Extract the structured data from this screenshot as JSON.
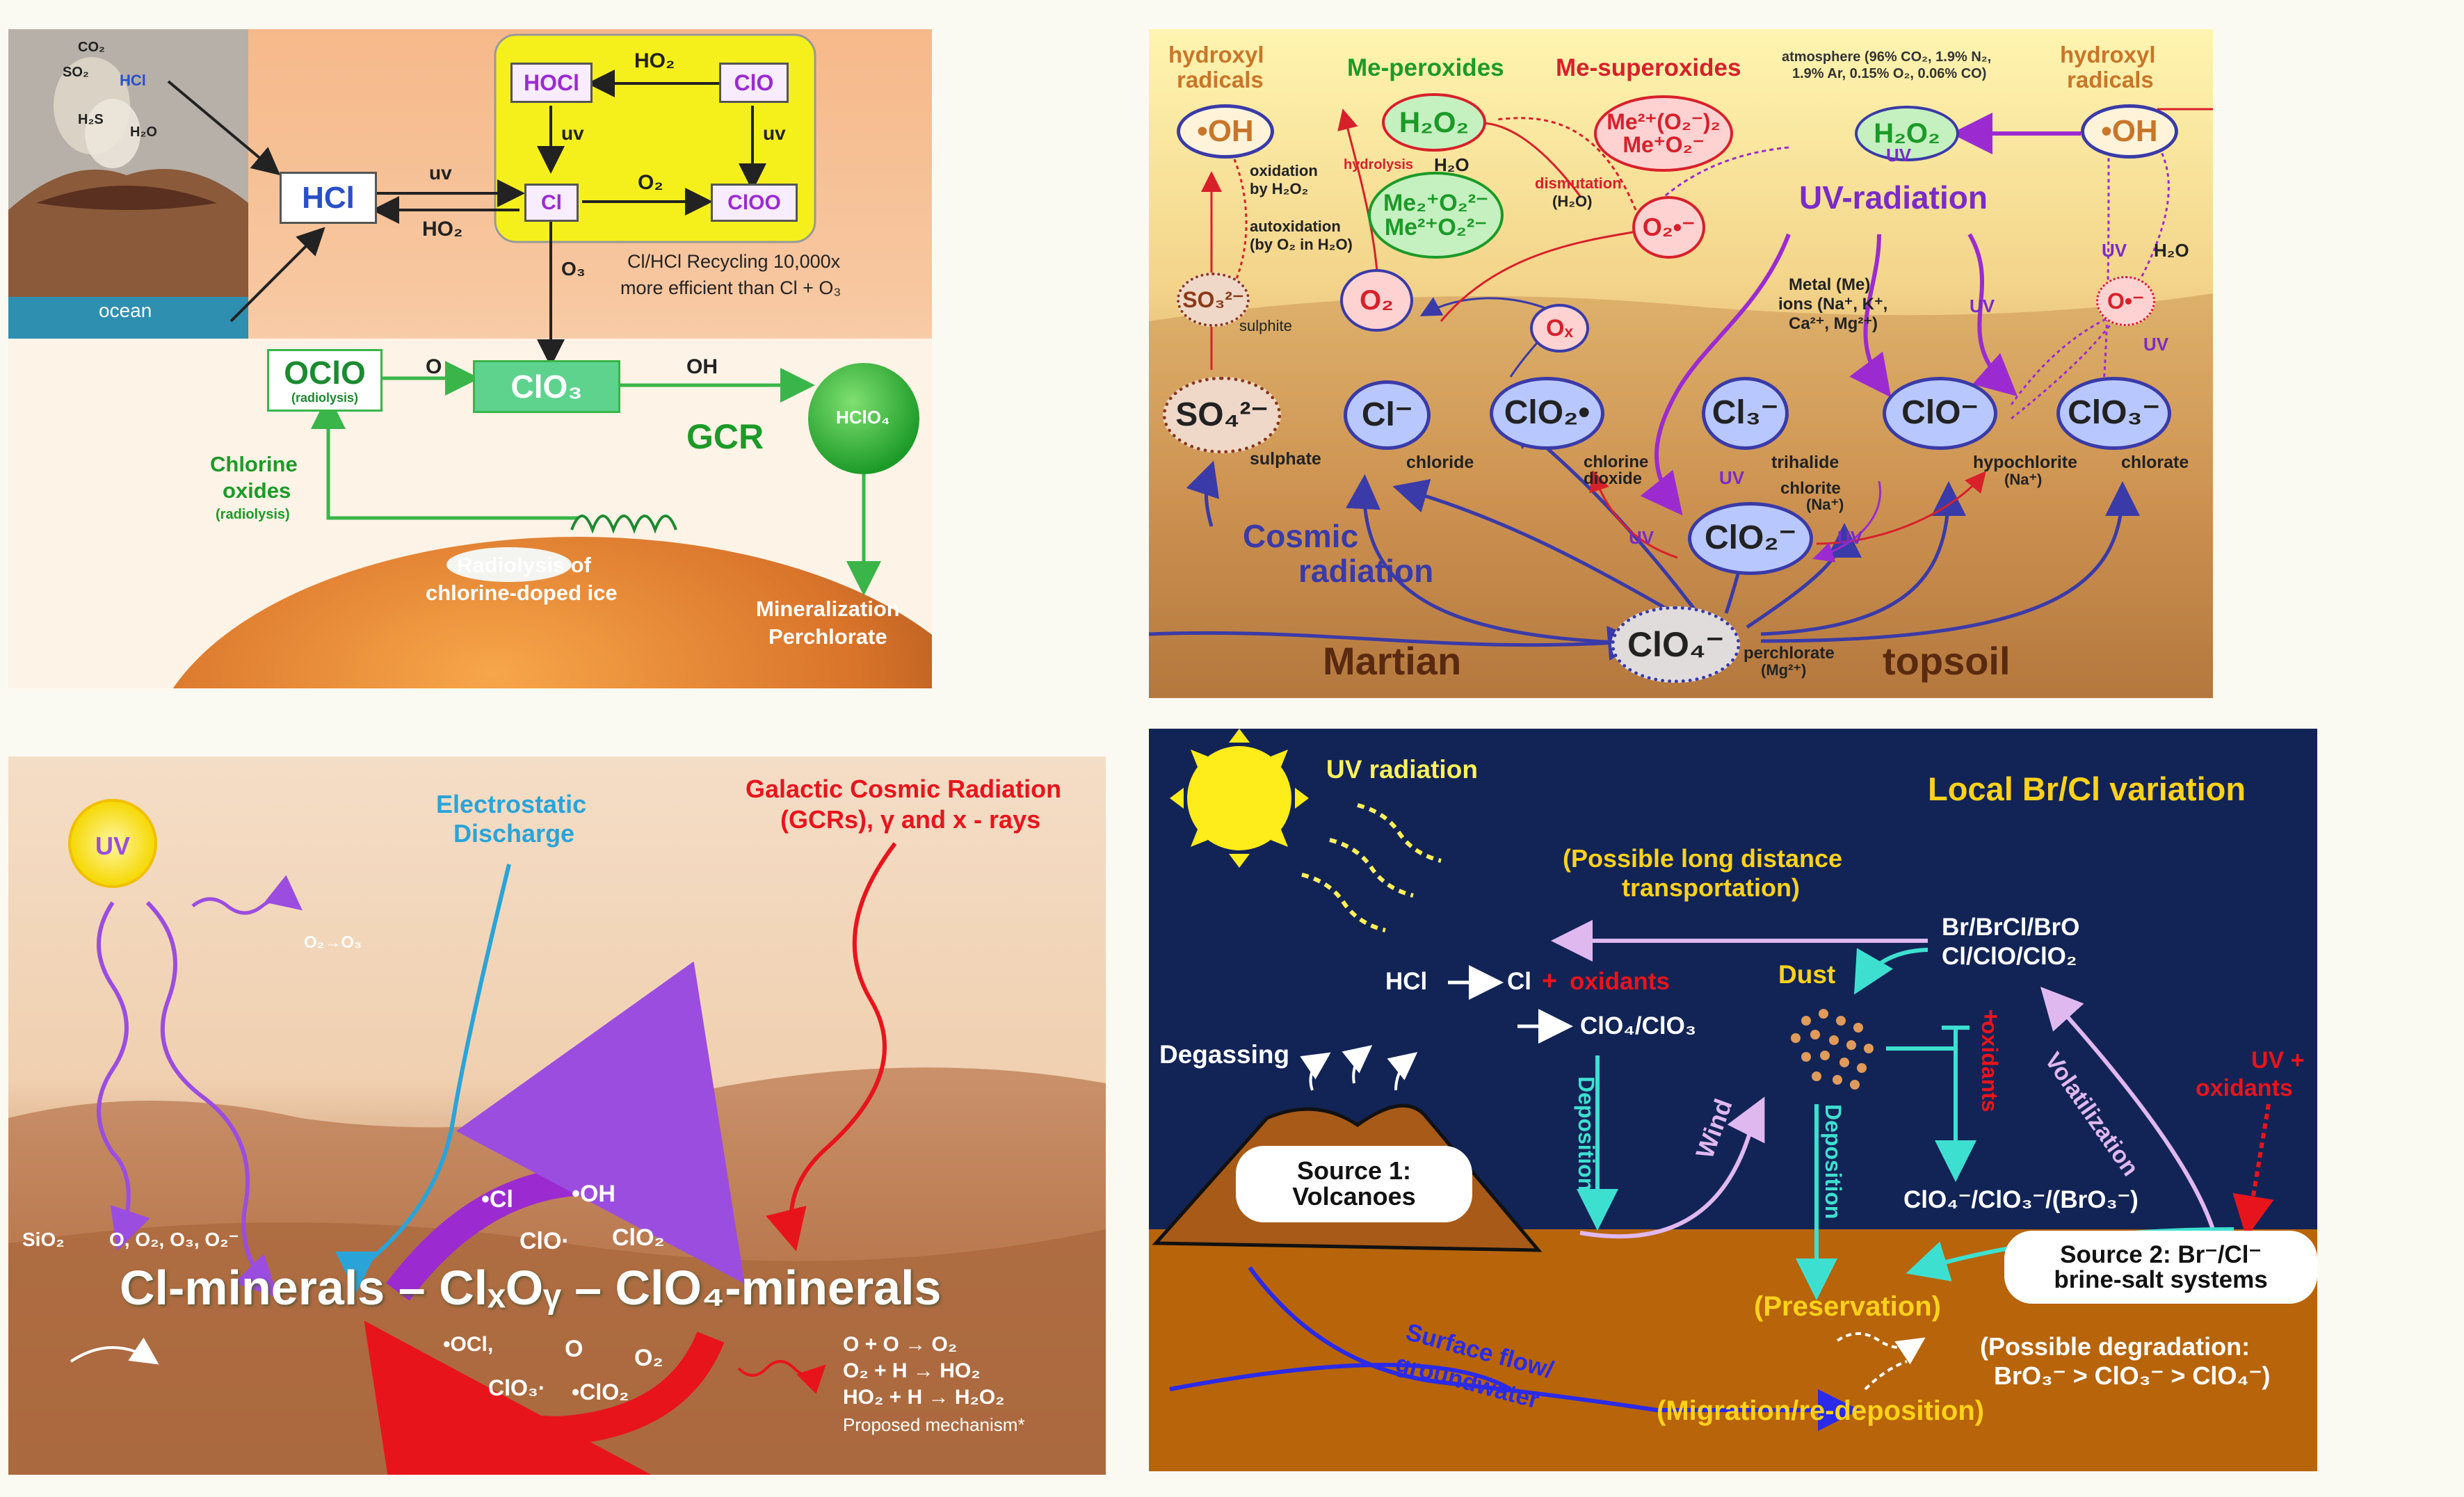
{
  "panel1": {
    "co2": "CO₂",
    "so2": "SO₂",
    "hcl_small": "HCl",
    "h2s": "H₂S",
    "h2o": "H₂O",
    "ocean": "ocean",
    "hcl": "HCl",
    "uv_left": "uv",
    "ho2_left": "HO₂",
    "hocl": "HOCl",
    "ho2_top": "HO₂",
    "clo": "ClO",
    "uv1": "uv",
    "uv2": "uv",
    "o2": "O₂",
    "cl": "Cl",
    "cloo": "ClOO",
    "recycling1": "Cl/HCl Recycling 10,000x",
    "recycling2": "more efficient than Cl + O₃",
    "o3": "O₃",
    "oclo": "OClO",
    "oclo_sub": "(radiolysis)",
    "o_label": "O",
    "clo3": "ClO₃",
    "oh_label": "OH",
    "hclo4": "HClO₄",
    "gcr": "GCR",
    "chlorine_oxides1": "Chlorine",
    "chlorine_oxides2": "oxides",
    "chlorine_oxides3": "(radiolysis)",
    "radiolysis1": "Radiolysis of",
    "radiolysis2": "chlorine-doped ice",
    "mineral1": "Mineralization",
    "mineral2": "Perchlorate"
  },
  "panel2": {
    "hydroxyl_l1": "hydroxyl",
    "hydroxyl_l2": "radicals",
    "me_peroxides": "Me-peroxides",
    "me_superoxides": "Me-superoxides",
    "atm1": "atmosphere (96% CO₂, 1.9% N₂,",
    "atm2": "1.9% Ar, 0.15% O₂, 0.06% CO)",
    "hydroxyl_r1": "hydroxyl",
    "hydroxyl_r2": "radicals",
    "oh_left": "•OH",
    "h2o2_left": "H₂O₂",
    "hydrolysis": "hydrolysis",
    "h2o_a": "H₂O",
    "me_super1": "Me²⁺(O₂⁻)₂",
    "me_super2": "Me⁺O₂⁻",
    "h2o2_right": "H₂O₂",
    "oh_right": "•OH",
    "oxidation1": "oxidation",
    "oxidation2": "by H₂O₂",
    "me_per1": "Me₂⁺O₂²⁻",
    "me_per2": "Me²⁺O₂²⁻",
    "dismutation1": "dismutation",
    "dismutation2": "(H₂O)",
    "o2_super": "O₂•⁻",
    "uv_radiation": "UV-radiation",
    "autox1": "autoxidation",
    "autox2": "(by O₂ in H₂O)",
    "so3": "SO₃²⁻",
    "sulphite": "sulphite",
    "o2_mol": "O₂",
    "ox": "Oₓ",
    "metal1": "Metal (Me)",
    "metal2": "ions (Na⁺, K⁺,",
    "metal3": "Ca²⁺, Mg²⁺)",
    "uv_a": "UV",
    "uv_b": "UV",
    "h2o_b": "H₂O",
    "uv_c": "UV",
    "o_rad": "O•⁻",
    "uv_d": "UV",
    "so4": "SO₄²⁻",
    "sulphate": "sulphate",
    "cl_minus": "Cl⁻",
    "chloride": "chloride",
    "clo2_minus": "ClO₂•",
    "chlorine_dioxide1": "chlorine",
    "chlorine_dioxide2": "dioxide",
    "cl3": "Cl₃⁻",
    "trihalide": "trihalide",
    "clo_minus": "ClO⁻",
    "hypochlorite1": "hypochlorite",
    "hypochlorite2": "(Na⁺)",
    "clo3_minus": "ClO₃⁻",
    "chlorate": "chlorate",
    "uv_e": "UV",
    "chlorite1": "chlorite",
    "chlorite2": "(Na⁺)",
    "uv_f": "UV",
    "clo2_ion": "ClO₂⁻",
    "uv_g": "UV",
    "cosmic1": "Cosmic",
    "cosmic2": "radiation",
    "martian": "Martian",
    "clo4": "ClO₄⁻",
    "perchlorate1": "perchlorate",
    "perchlorate2": "(Mg²⁺)",
    "topsoil": "topsoil"
  },
  "panel3": {
    "uv": "UV",
    "o2o3": "O₂→O₃",
    "electro1": "Electrostatic",
    "electro2": "Discharge",
    "gcr1": "Galactic Cosmic Radiation",
    "gcr2": "(GCRs), γ and x - rays",
    "cl_rad": "•Cl",
    "oh_rad": "•OH",
    "clo_a": "ClO·",
    "clo2_a": "ClO₂",
    "sio2": "SiO₂",
    "os": "O, O₂, O₃, O₂⁻",
    "main": "Cl-minerals – ClₓOᵧ – ClO₄-minerals",
    "ocl": "•OCl,",
    "o": "O",
    "o2": "O₂",
    "clo3_a": "ClO₃·",
    "clo2_b": "•ClO₂",
    "r1": "O + O → O₂",
    "r2": "O₂ + H → HO₂",
    "r3": "HO₂ + H → H₂O₂",
    "proposed": "Proposed mechanism*"
  },
  "panel4": {
    "uv_rad": "UV radiation",
    "local": "Local Br/Cl variation",
    "possible1": "(Possible long distance",
    "possible2": "transportation)",
    "brcl1": "Br/BrCl/BrO",
    "brcl2": "Cl/ClO/ClO₂",
    "hcl": "HCl",
    "cl": "Cl",
    "plus1": "+",
    "oxidants1": "oxidants",
    "dust": "Dust",
    "clo4clo3": "ClO₄/ClO₃",
    "degassing": "Degassing",
    "deposition1": "Deposition",
    "wind": "Wind",
    "deposition2": "Deposition",
    "plus2": "+",
    "oxidants2": "oxidants",
    "volat": "Volatilization",
    "uvox1": "UV +",
    "uvox2": "oxidants",
    "source1a": "Source 1:",
    "source1b": "Volcanoes",
    "ions": "ClO₄⁻/ClO₃⁻/(BrO₃⁻)",
    "source2a": "Source 2: Br⁻/Cl⁻",
    "source2b": "brine-salt systems",
    "preservation": "(Preservation)",
    "surface1": "Surface flow/",
    "surface2": "groundwater",
    "degr1": "(Possible degradation:",
    "degr2": "BrO₃⁻ > ClO₃⁻ > ClO₄⁻)",
    "migration": "(Migration/re-deposition)"
  }
}
